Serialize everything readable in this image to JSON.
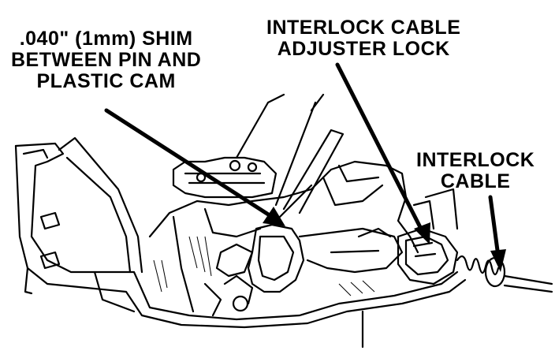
{
  "labels": {
    "shim": {
      "line1": ".040\" (1mm) SHIM",
      "line2": "BETWEEN PIN AND",
      "line3": "PLASTIC CAM"
    },
    "adjuster_lock": {
      "line1": "INTERLOCK CABLE",
      "line2": "ADJUSTER LOCK"
    },
    "interlock_cable": {
      "line1": "INTERLOCK",
      "line2": "CABLE"
    }
  },
  "colors": {
    "ink": "#000000",
    "paper": "#ffffff"
  }
}
